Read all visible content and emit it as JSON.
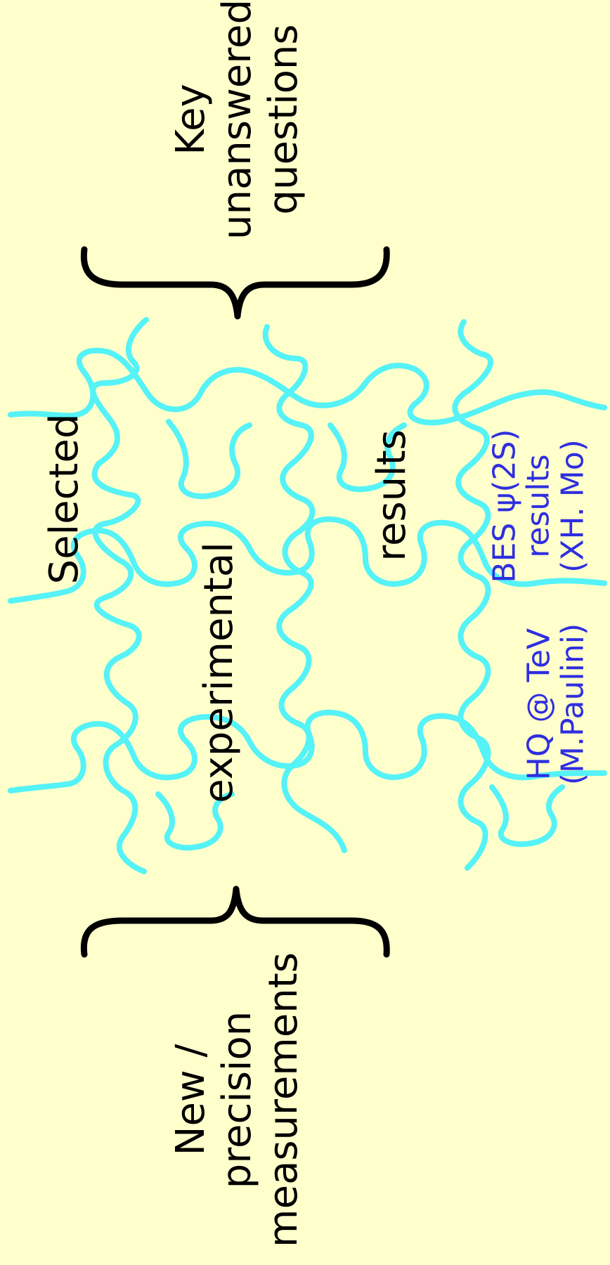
{
  "colors": {
    "background": "#ffffcc",
    "puzzle_outline": "#55f2f7",
    "brace": "#000000",
    "main_text": "#000000",
    "talk_text": "#2e2ee0"
  },
  "key_questions": {
    "line1": "Key",
    "line2": "unanswered",
    "line3": "questions"
  },
  "new_measurements": {
    "line1": "New /",
    "line2": "precision",
    "line3": "measurements"
  },
  "puzzle": {
    "word1": "Selected",
    "word2": "experimental",
    "word3": "results"
  },
  "talks": {
    "bes_line1": "BES ψ(2S)",
    "bes_line2": "results",
    "bes_line3": "(XH. Mo)",
    "hq_line1": "HQ @ TeV",
    "hq_line2": "(M.Paulini)"
  }
}
